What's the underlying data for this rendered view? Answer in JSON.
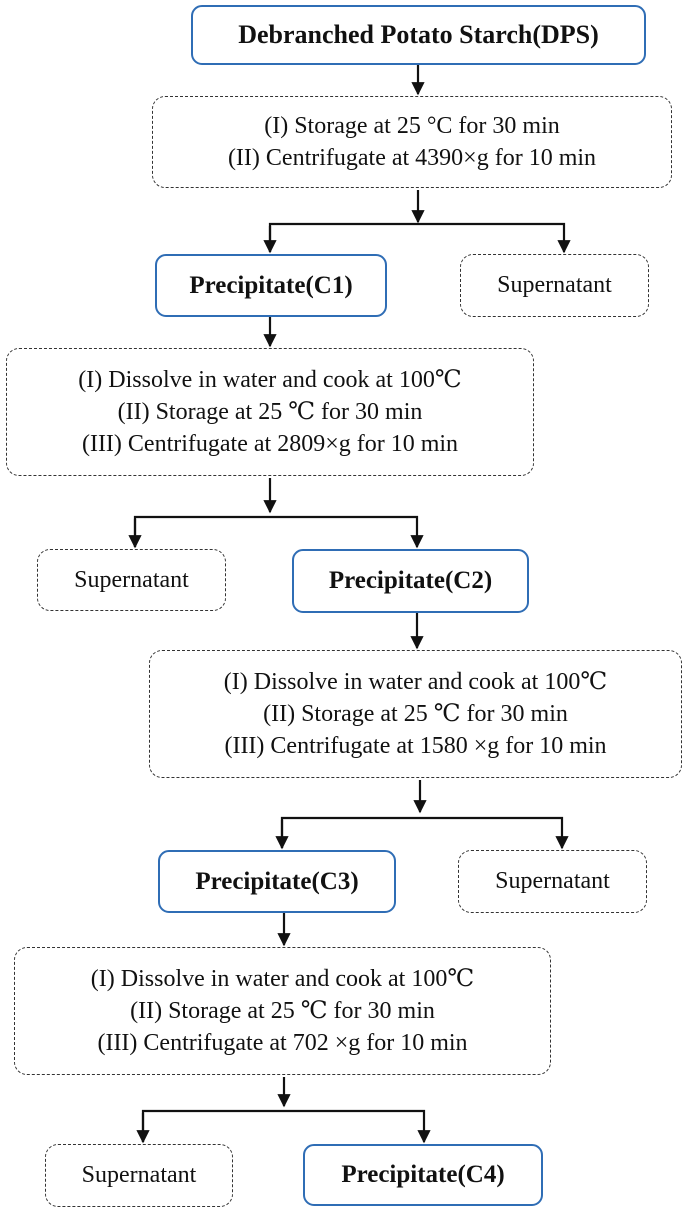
{
  "colors": {
    "accent": "#2f6db5",
    "line": "#111111"
  },
  "start": "Debranched Potato Starch(DPS)",
  "stage1": {
    "steps": [
      "(I) Storage at 25 °C for 30 min",
      "(II) Centrifugate at 4390×g for 10 min"
    ],
    "precipitate": "Precipitate(C1)",
    "supernatant": "Supernatant"
  },
  "stage2": {
    "steps": [
      "(I) Dissolve in water and cook at 100℃",
      "(II) Storage at 25 ℃ for 30 min",
      "(III) Centrifugate at 2809×g for 10 min"
    ],
    "supernatant": "Supernatant",
    "precipitate": "Precipitate(C2)"
  },
  "stage3": {
    "steps": [
      "(I) Dissolve in water and cook at 100℃",
      "(II) Storage at 25 ℃ for 30 min",
      "(III) Centrifugate at 1580 ×g for 10 min"
    ],
    "precipitate": "Precipitate(C3)",
    "supernatant": "Supernatant"
  },
  "stage4": {
    "steps": [
      "(I) Dissolve in water and cook at 100℃",
      "(II) Storage at 25 ℃ for 30 min",
      "(III) Centrifugate at 702 ×g for 10 min"
    ],
    "supernatant": "Supernatant",
    "precipitate": "Precipitate(C4)"
  }
}
